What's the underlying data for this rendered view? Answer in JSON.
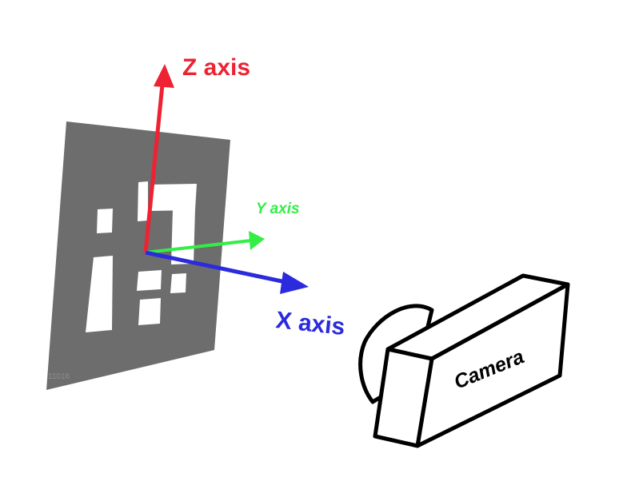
{
  "marker": {
    "id_text": "11016",
    "colors": {
      "background": "#6d6d6d",
      "cells": "#ffffff",
      "id_text": "#8e8e8e"
    }
  },
  "axes": {
    "z": {
      "label": "Z axis",
      "color": "#ee2233"
    },
    "y": {
      "label": "Y axis",
      "color": "#33ee44"
    },
    "x": {
      "label": "X axis",
      "color": "#2b2bdd"
    }
  },
  "camera": {
    "label": "Camera",
    "colors": {
      "outline": "#000000",
      "fill": "#ffffff"
    }
  }
}
